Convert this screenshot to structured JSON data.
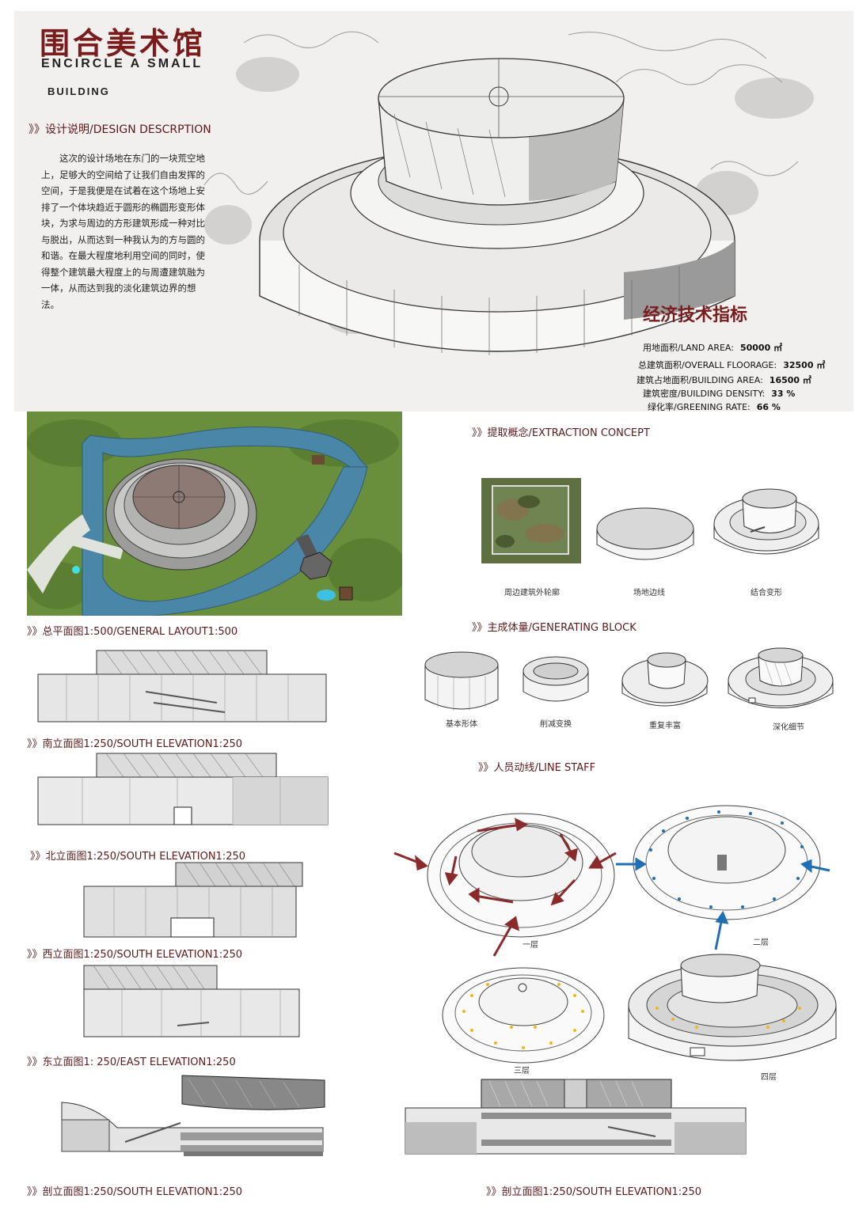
{
  "header": {
    "title_cn": "围合美术馆",
    "title_en_line1": "ENCIRCLE A SMALL",
    "title_en_line2": "BUILDING"
  },
  "design": {
    "heading": "》》设计说明/DESIGN DESCRPTION",
    "body": "这次的设计场地在东门的一块荒空地上，足够大的空间给了让我们自由发挥的空间，于是我便是在试着在这个场地上安排了一个体块趋近于圆形的椭圆形变形体块，为求与周边的方形建筑形成一种对比与脱出，从而达到一种我认为的方与圆的和谐。在最大程度地利用空间的同时，使得整个建筑最大程度上的与周遭建筑融为一体，从而达到我的淡化建筑边界的想法。"
  },
  "economics": {
    "title": "经济技术指标",
    "rows": [
      {
        "label": "用地面积/LAND AREA:",
        "value": "50000 ㎡"
      },
      {
        "label": "总建筑面积/OVERALL FLOORAGE:",
        "value": "32500 ㎡"
      },
      {
        "label": "建筑占地面积/BUILDING AREA:",
        "value": "16500 ㎡"
      },
      {
        "label": "建筑密度/BUILDING DENSITY:",
        "value": "33 %"
      },
      {
        "label": "绿化率/GREENING RATE:",
        "value": "66 %"
      }
    ]
  },
  "sections": {
    "site_plan": "》》总平面图1:500/GENERAL LAYOUT1:500",
    "extraction": "》》提取概念/EXTRACTION CONCEPT",
    "generating": "》》主成体量/GENERATING BLOCK",
    "line_staff": "》》人员动线/LINE STAFF",
    "south_elev": "》》南立面图1:250/SOUTH ELEVATION1:250",
    "north_elev": "》》北立面图1:250/SOUTH ELEVATION1:250",
    "west_elev": "》》西立面图1:250/SOUTH ELEVATION1:250",
    "east_elev": "》》东立面图1:  250/EAST ELEVATION1:250",
    "section1": "》》剖立面图1:250/SOUTH ELEVATION1:250",
    "section2": "》》剖立面图1:250/SOUTH ELEVATION1:250"
  },
  "extraction_captions": [
    "周边建筑外轮廓",
    "场地边线",
    "结合变形"
  ],
  "generating_captions": [
    "基本形体",
    "削减变换",
    "重复丰富",
    "深化细节"
  ],
  "floor_labels": [
    "一层",
    "二层",
    "三层",
    "四层"
  ],
  "colors": {
    "accent": "#7a1c1c",
    "grass": "#6f9440",
    "water": "#4a86a8",
    "arrow_red": "#8b2a2a",
    "arrow_blue": "#1f6fb5",
    "arrow_yellow": "#f2b51c"
  }
}
